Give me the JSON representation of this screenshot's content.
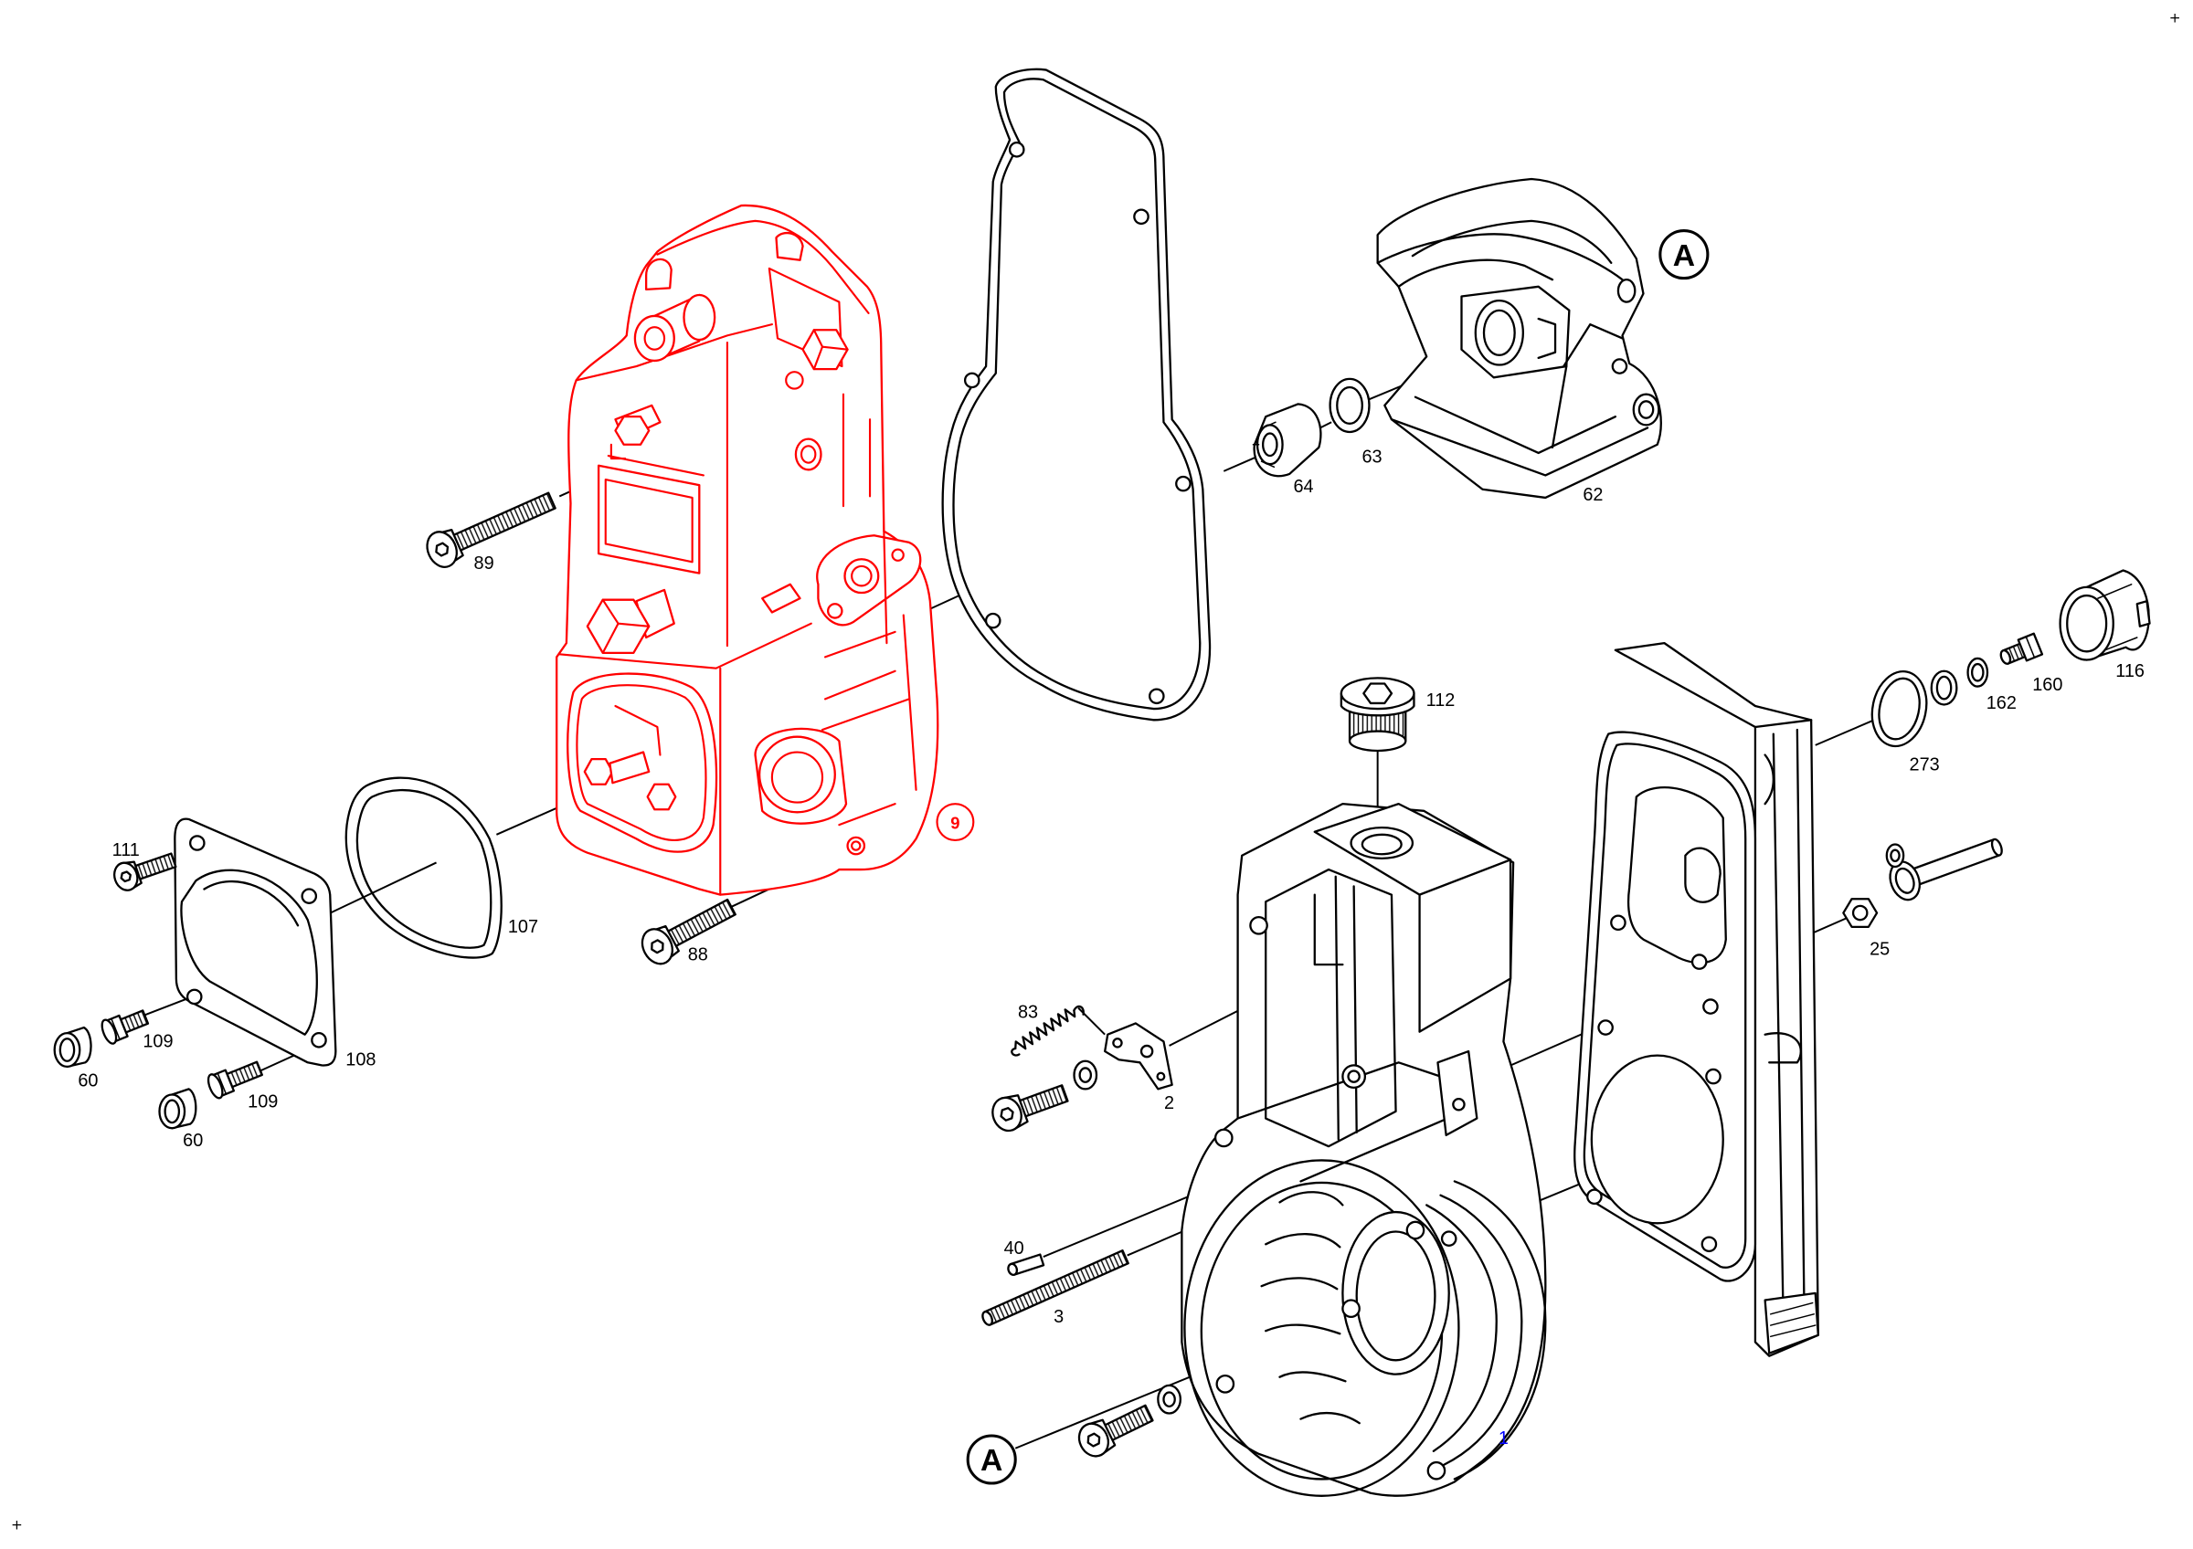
{
  "page": {
    "corner_mark_top_right": "+",
    "corner_mark_bottom_left": "+"
  },
  "colors": {
    "background": "#ffffff",
    "line": "#000000",
    "highlight": "#ff0000",
    "part_1_label": "#0000ff"
  },
  "diagram": {
    "callouts": {
      "p89": "89",
      "p88": "88",
      "p107": "107",
      "p9": "9",
      "p111": "111",
      "p109a": "109",
      "p109b": "109",
      "p108": "108",
      "p60a": "60",
      "p60b": "60",
      "p64": "64",
      "p63": "63",
      "p62": "62",
      "refA_top": "A",
      "refA_bottom": "A",
      "p112": "112",
      "p273": "273",
      "p162": "162",
      "p160": "160",
      "p116": "116",
      "p25": "25",
      "p83": "83",
      "p2": "2",
      "p40": "40",
      "p3": "3",
      "p1": "1"
    }
  }
}
